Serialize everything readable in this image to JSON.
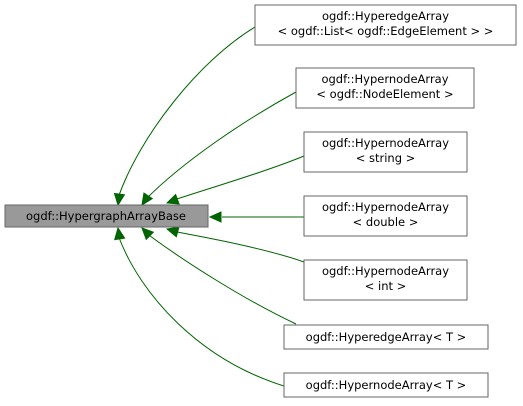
{
  "base": {
    "label": "ogdf::HypergraphArrayBase"
  },
  "derived": [
    {
      "lines": [
        "ogdf::HyperedgeArray",
        "< ogdf::List< ogdf::EdgeElement > >"
      ]
    },
    {
      "lines": [
        "ogdf::HypernodeArray",
        "< ogdf::NodeElement >"
      ]
    },
    {
      "lines": [
        "ogdf::HypernodeArray",
        "< string >"
      ]
    },
    {
      "lines": [
        "ogdf::HypernodeArray",
        "< double >"
      ]
    },
    {
      "lines": [
        "ogdf::HypernodeArray",
        "< int >"
      ]
    },
    {
      "lines": [
        "ogdf::HyperedgeArray< T >"
      ]
    },
    {
      "lines": [
        "ogdf::HypernodeArray< T >"
      ]
    }
  ],
  "colors": {
    "edge": "#006400",
    "base_fill": "#999999",
    "node_border": "#666666",
    "node_fill": "#ffffff"
  }
}
